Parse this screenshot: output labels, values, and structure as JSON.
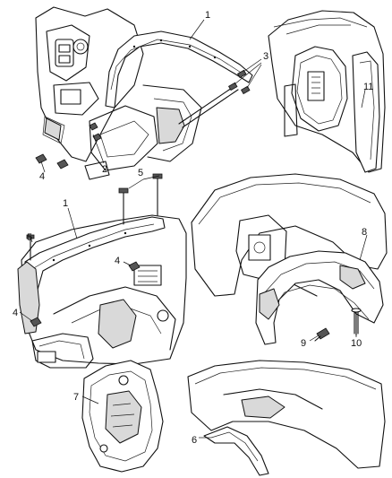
{
  "callouts": {
    "c1_top": "1",
    "c1_mid": "1",
    "c2": "2",
    "c3": "3",
    "c4_top": "4",
    "c4_mid": "4",
    "c4_bot": "4",
    "c5_left": "5",
    "c5_right": "5",
    "c6": "6",
    "c7": "7",
    "c8": "8",
    "c9": "9",
    "c10": "10",
    "c11": "11"
  }
}
